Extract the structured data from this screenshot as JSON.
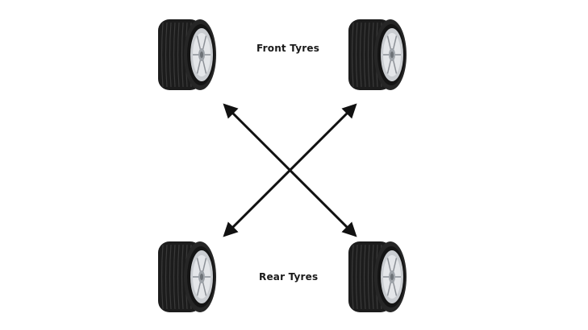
{
  "labels": {
    "front": "Front Tyres",
    "rear": "Rear Tyres"
  },
  "icons": {
    "tyre": "tyre-icon",
    "arrow": "double-headed-arrow"
  },
  "colors": {
    "background": "#ffffff",
    "arrow": "#111111",
    "tyre_rubber": "#1c1c1c",
    "rim": "#c9ccd0",
    "label_text": "#1a1a1a"
  }
}
